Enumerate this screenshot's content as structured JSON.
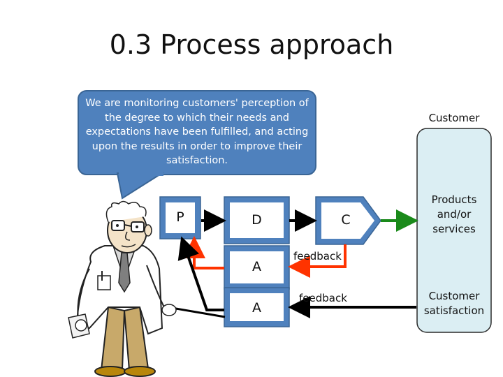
{
  "title": "0.3 Process approach",
  "speech_bubble": {
    "text": "We are monitoring customers' perception of the degree  to which their needs and expectations have been fulfilled, and acting upon the results in order to improve their satisfaction."
  },
  "cycle": {
    "plan": "P",
    "do": "D",
    "check": "C",
    "act_1": "A",
    "act_2": "A"
  },
  "feedback_labels": [
    "feedback",
    "feedback"
  ],
  "customer": {
    "label": "Customer",
    "products": "Products and/or services",
    "satisfaction": "Customer satisfaction"
  },
  "colors": {
    "bubble_fill": "#4f81bd",
    "shape_fill": "#4f81bd",
    "box_fill": "#ffffff",
    "customer_fill": "#dbeef3",
    "arrow_red": "#ff3300",
    "arrow_green": "#1a8a1a",
    "arrow_black": "#000000"
  }
}
